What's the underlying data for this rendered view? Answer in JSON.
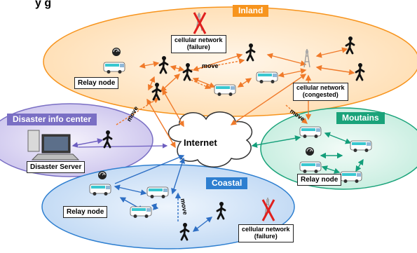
{
  "header": {
    "title_fragment": "y        g"
  },
  "regions": {
    "inland": {
      "label": "Inland",
      "color": "#f7941d"
    },
    "disaster_center": {
      "label": "Disaster info center",
      "color": "#7a6fc4"
    },
    "mountains": {
      "label": "Moutains",
      "color": "#1aa37a"
    },
    "coastal": {
      "label": "Coastal",
      "color": "#2e7fd0"
    }
  },
  "labels": {
    "internet": "Internet",
    "relay_inland": "Relay node",
    "relay_mountains": "Relay node",
    "relay_coastal": "Relay node",
    "disaster_server": "Disaster Server",
    "cell_failure_inland_1": "cellular network",
    "cell_failure_inland_2": "(failure)",
    "cell_congested_1": "cellular network",
    "cell_congested_2": "(congested)",
    "cell_failure_coastal_1": "cellular network",
    "cell_failure_coastal_2": "(failure)",
    "move_inland": "move",
    "move_center": "move",
    "move_mountains": "move",
    "move_coastal": "move"
  },
  "icons": [
    "van-icon",
    "satellite-dish-icon",
    "walking-person-icon",
    "cell-tower-icon",
    "failure-x-icon",
    "computer-icon",
    "cloud-icon"
  ]
}
